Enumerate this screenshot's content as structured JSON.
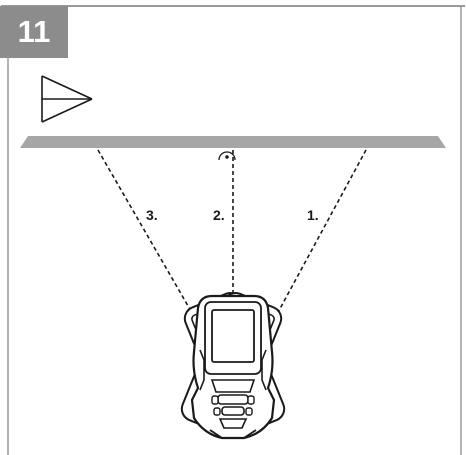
{
  "figure": {
    "step_number": "11",
    "icon": "single-point-measure-icon",
    "positions": [
      "3.",
      "2.",
      "1."
    ],
    "colors": {
      "badge": "#8c8c8c",
      "surface": "#a6a6a6",
      "frame_line": "#9a9a9a",
      "line": "#1a1a1a"
    }
  }
}
